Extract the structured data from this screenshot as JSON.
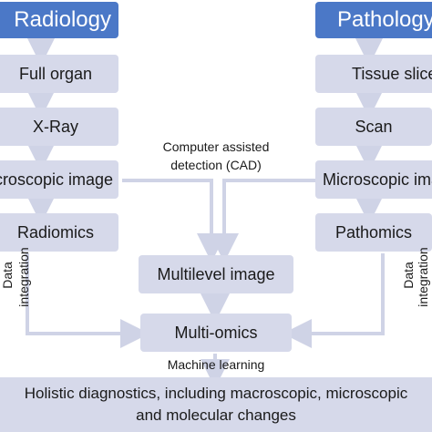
{
  "left_column": {
    "header": "Radiology",
    "boxes": [
      "Full organ",
      "X-Ray",
      "Macroscopic image",
      "Radiomics"
    ]
  },
  "right_column": {
    "header": "Pathology",
    "boxes": [
      "Tissue slice",
      "Scan",
      "Microscopic image",
      "Pathomics"
    ]
  },
  "center": {
    "cad_label_line1": "Computer assisted",
    "cad_label_line2": "detection (CAD)",
    "multilevel": "Multilevel image",
    "multiomics": "Multi-omics",
    "ml_label": "Machine learning"
  },
  "side_labels": {
    "left_line1": "Data",
    "left_line2": "integration",
    "right_line1": "Data",
    "right_line2": "integration"
  },
  "final": {
    "line1": "Holistic diagnostics, including macroscopic, microscopic",
    "line2": "and molecular changes"
  },
  "colors": {
    "header_fill": "#4b78c7",
    "box_fill": "#d6d9ea",
    "arrow": "#cfd3e6"
  }
}
